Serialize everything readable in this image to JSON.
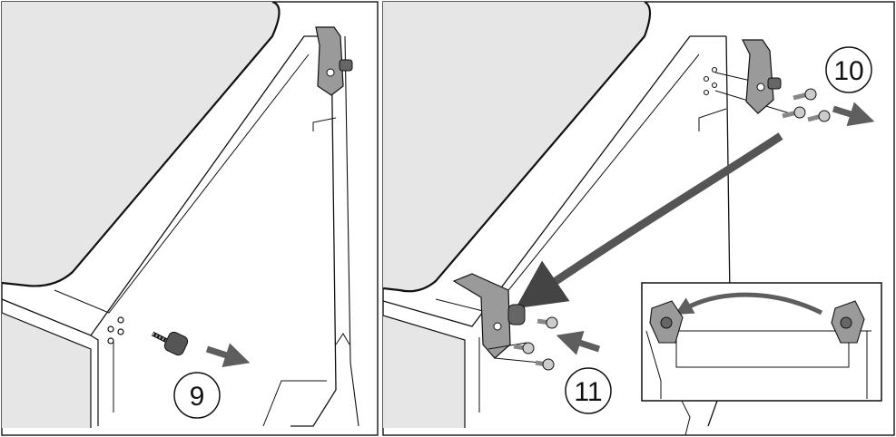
{
  "figure": {
    "steps": [
      {
        "panel": "left",
        "label": "9"
      },
      {
        "panel": "right",
        "label": "10"
      },
      {
        "panel": "right",
        "label": "11"
      }
    ],
    "colors": {
      "line": "#111111",
      "panel_fill": "#e6e6e6",
      "arrow": "#5e5e5e",
      "hardware": "#9a9a9a",
      "border": "#222222"
    },
    "icons": [
      "hinge-bracket",
      "thumb-screw",
      "screw",
      "move-arrow",
      "curved-transfer-arrow",
      "inset-detail"
    ]
  }
}
